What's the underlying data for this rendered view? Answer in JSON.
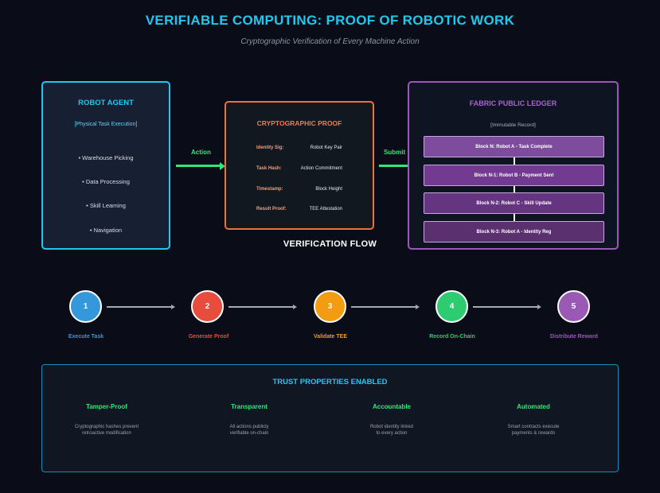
{
  "header": {
    "title": "VERIFIABLE COMPUTING: PROOF OF ROBOTIC WORK",
    "subtitle": "Cryptographic Verification of Every Machine Action"
  },
  "agent": {
    "title": "ROBOT AGENT",
    "subtitle": "[Physical Task Execution]",
    "items": [
      "• Warehouse Picking",
      "• Data Processing",
      "• Skill Learning",
      "• Navigation"
    ]
  },
  "arrows": {
    "action": "Action",
    "submit": "Submit"
  },
  "proof": {
    "title": "CRYPTOGRAPHIC PROOF",
    "rows": [
      {
        "key": "Identity Sig:",
        "value": "Robot Key Pair"
      },
      {
        "key": "Task Hash:",
        "value": "Action Commitment"
      },
      {
        "key": "Timestamp:",
        "value": "Block Height"
      },
      {
        "key": "Result Proof:",
        "value": "TEE Attestation"
      }
    ]
  },
  "ledger": {
    "title": "FABRIC PUBLIC LEDGER",
    "subtitle": "[Immutable Record]",
    "blocks": [
      {
        "label": "Block N: Robot A - Task Complete",
        "color": "#7d4c9c"
      },
      {
        "label": "Block N-1: Robot B - Payment Sent",
        "color": "#733a91"
      },
      {
        "label": "Block N-2: Robot C - Skill Update",
        "color": "#663582"
      },
      {
        "label": "Block N-3: Robot A - Identity Reg",
        "color": "#5b306f"
      }
    ]
  },
  "flow": {
    "heading": "VERIFICATION FLOW",
    "steps": [
      {
        "num": "1",
        "label": "Execute Task",
        "color": "#3498db"
      },
      {
        "num": "2",
        "label": "Generate Proof",
        "color": "#e74c3c"
      },
      {
        "num": "3",
        "label": "Validate TEE",
        "color": "#f39c12"
      },
      {
        "num": "4",
        "label": "Record On-Chain",
        "color": "#2ecc71"
      },
      {
        "num": "5",
        "label": "Distribute Reward",
        "color": "#9b59b6"
      }
    ]
  },
  "trust": {
    "title": "TRUST PROPERTIES ENABLED",
    "properties": [
      {
        "title": "Tamper-Proof",
        "desc": "Cryptographic hashes prevent\nretroactive modification"
      },
      {
        "title": "Transparent",
        "desc": "All actions publicly\nverifiable on-chain"
      },
      {
        "title": "Accountable",
        "desc": "Robot identity linked\nto every action"
      },
      {
        "title": "Automated",
        "desc": "Smart contracts execute\npayments & rewards"
      }
    ]
  }
}
